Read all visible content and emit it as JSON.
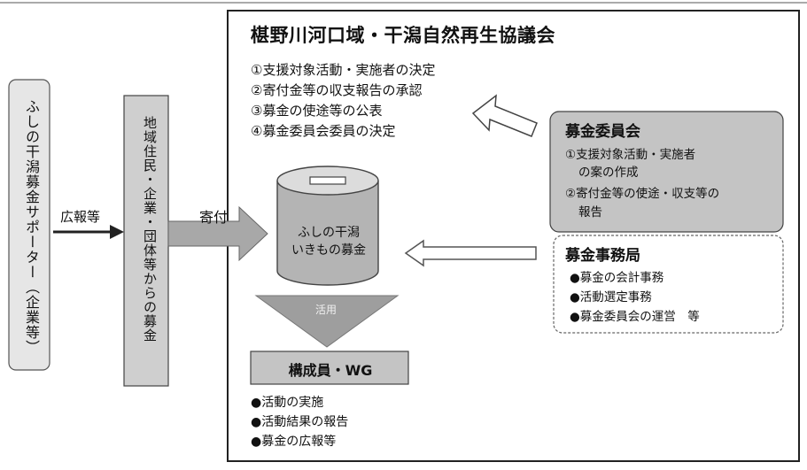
{
  "council": {
    "title": "椹野川河口域・干潟自然再生協議会",
    "duties": [
      "①支援対象活動・実施者の決定",
      "②寄付金等の収支報告の承認",
      "③募金の使途等の公表",
      "④募金委員会委員の決定"
    ]
  },
  "supporters": {
    "label": "ふしの干潟募金サポーター（企業等）"
  },
  "flow": {
    "pr_label": "広報等",
    "donation_label": "寄付",
    "use_label": "活用"
  },
  "donors": {
    "label": "地域住民・企業・団体等からの募金"
  },
  "fund": {
    "lines": [
      "ふしの干潟",
      "いきもの募金"
    ]
  },
  "committee": {
    "title": "募金委員会",
    "lines": [
      "①支援対象活動・実施者",
      "の案の作成",
      "②寄付金等の使途・収支等の",
      "報告"
    ]
  },
  "secretariat": {
    "title": "募金事務局",
    "lines": [
      "●募金の会計事務",
      "●活動選定事務",
      "●募金委員会の運営　等"
    ]
  },
  "members": {
    "title": "構成員・WG",
    "lines": [
      "●活動の実施",
      "●活動結果の報告",
      "●募金の広報等"
    ]
  },
  "colors": {
    "gray_box": "#c4c4c4",
    "light_box": "#e4e4e4",
    "arrow_fill": "#a8a8a8",
    "border": "#333333"
  }
}
